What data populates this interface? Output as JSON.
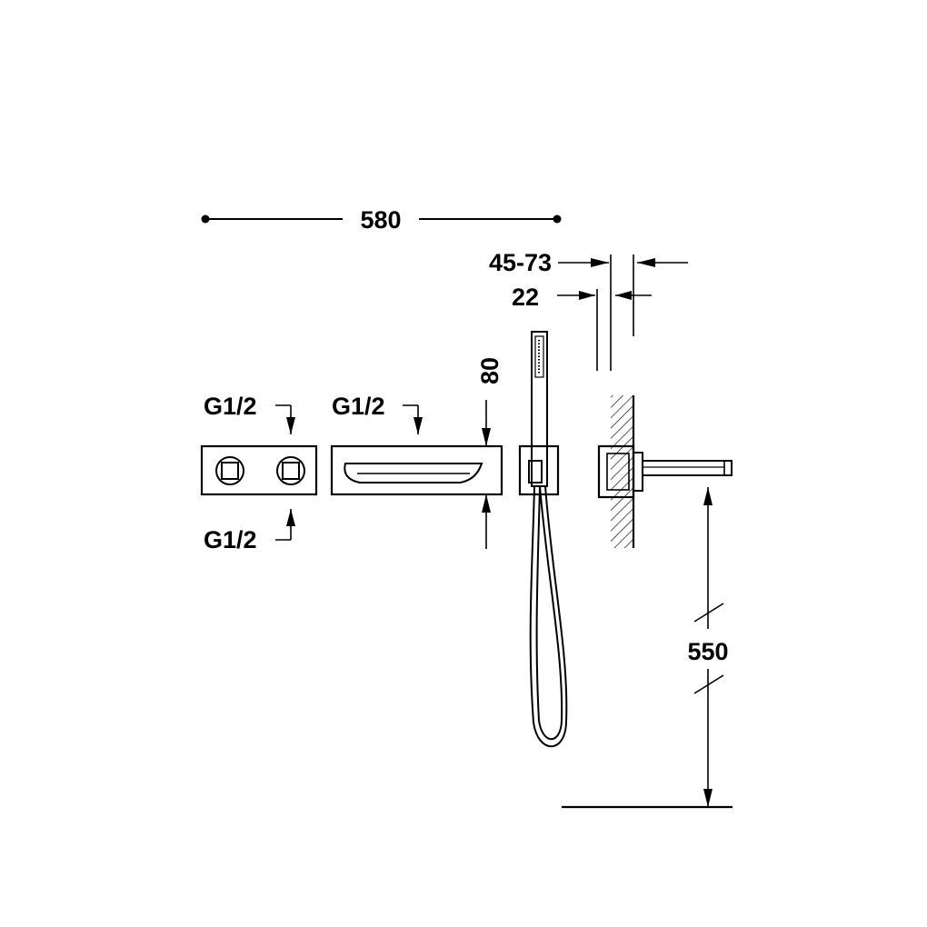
{
  "dimensions": {
    "overall_width": "580",
    "wall_range": "45-73",
    "wall_offset": "22",
    "spout_height": "80",
    "spout_elevation": "550"
  },
  "connections": {
    "mixer_top": "G1/2",
    "mixer_bottom": "G1/2",
    "spout_inlet": "G1/2"
  },
  "colors": {
    "line": "#000000",
    "background": "#ffffff"
  }
}
